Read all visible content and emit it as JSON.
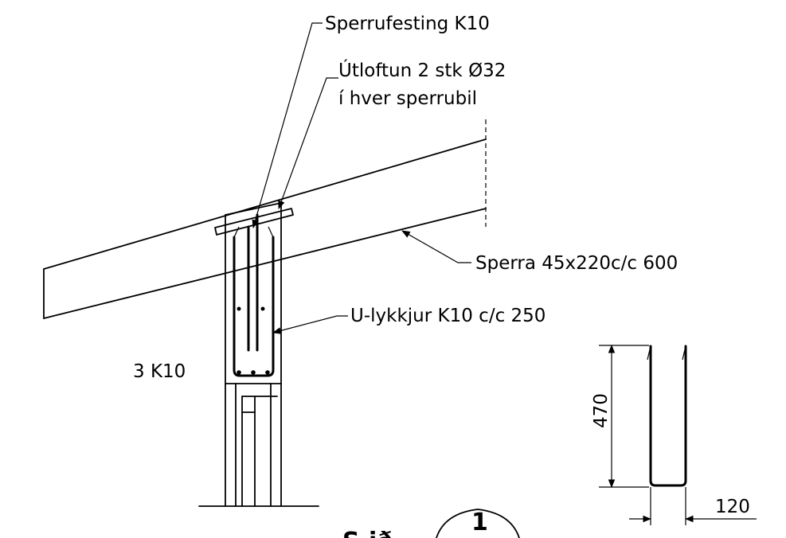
{
  "labels": {
    "sperrufesting": "Sperrufesting K10",
    "utloftun_line1": "Útloftun 2 stk Ø32",
    "utloftun_line2": "í hver sperrubil",
    "sperra": "Sperra 45x220c/c 600",
    "u_lykkjur": "U-lykkjur K10 c/c 250",
    "bottom_bars": "3 K10",
    "detail_number": "1",
    "title_fragment": "S.ið"
  },
  "dimensions": {
    "u_height": "470",
    "u_width": "120"
  }
}
